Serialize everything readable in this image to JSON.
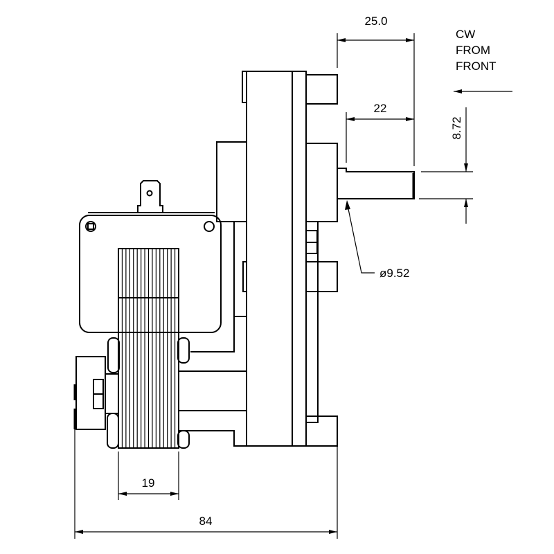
{
  "dimensions": {
    "overall_length": "84",
    "stack_width": "19",
    "shaft_total": "25.0",
    "shaft_length": "22",
    "shaft_flat": "8.72",
    "shaft_diameter": "ø9.52"
  },
  "rotation_note": [
    "CW",
    "FROM",
    "FRONT"
  ]
}
